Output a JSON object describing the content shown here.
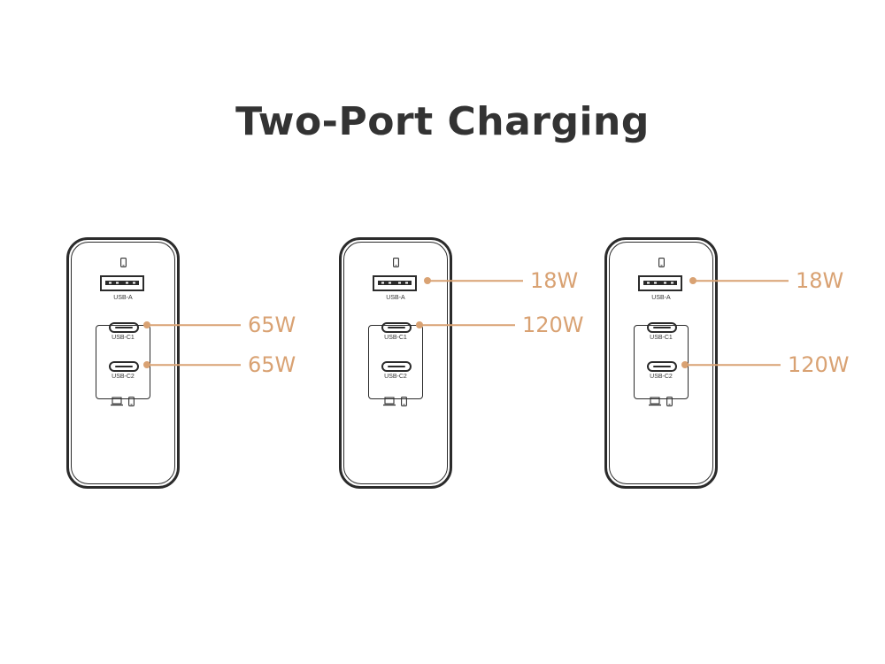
{
  "title": "Two-Port Charging",
  "port_labels": {
    "usb_a": "USB-A",
    "usb_c1": "USB-C1",
    "usb_c2": "USB-C2"
  },
  "icons": {
    "top": "phone-icon",
    "bottom": [
      "laptop-icon",
      "phone-icon"
    ]
  },
  "colors": {
    "accent": "#d9a273",
    "outline": "#2b2b2b",
    "title": "#333333"
  },
  "chargers": [
    {
      "id": "config-1",
      "callouts": [
        {
          "port": "USB-C1",
          "watts": "65W"
        },
        {
          "port": "USB-C2",
          "watts": "65W"
        }
      ]
    },
    {
      "id": "config-2",
      "callouts": [
        {
          "port": "USB-A",
          "watts": "18W"
        },
        {
          "port": "USB-C1",
          "watts": "120W"
        }
      ]
    },
    {
      "id": "config-3",
      "callouts": [
        {
          "port": "USB-A",
          "watts": "18W"
        },
        {
          "port": "USB-C2",
          "watts": "120W"
        }
      ]
    }
  ]
}
